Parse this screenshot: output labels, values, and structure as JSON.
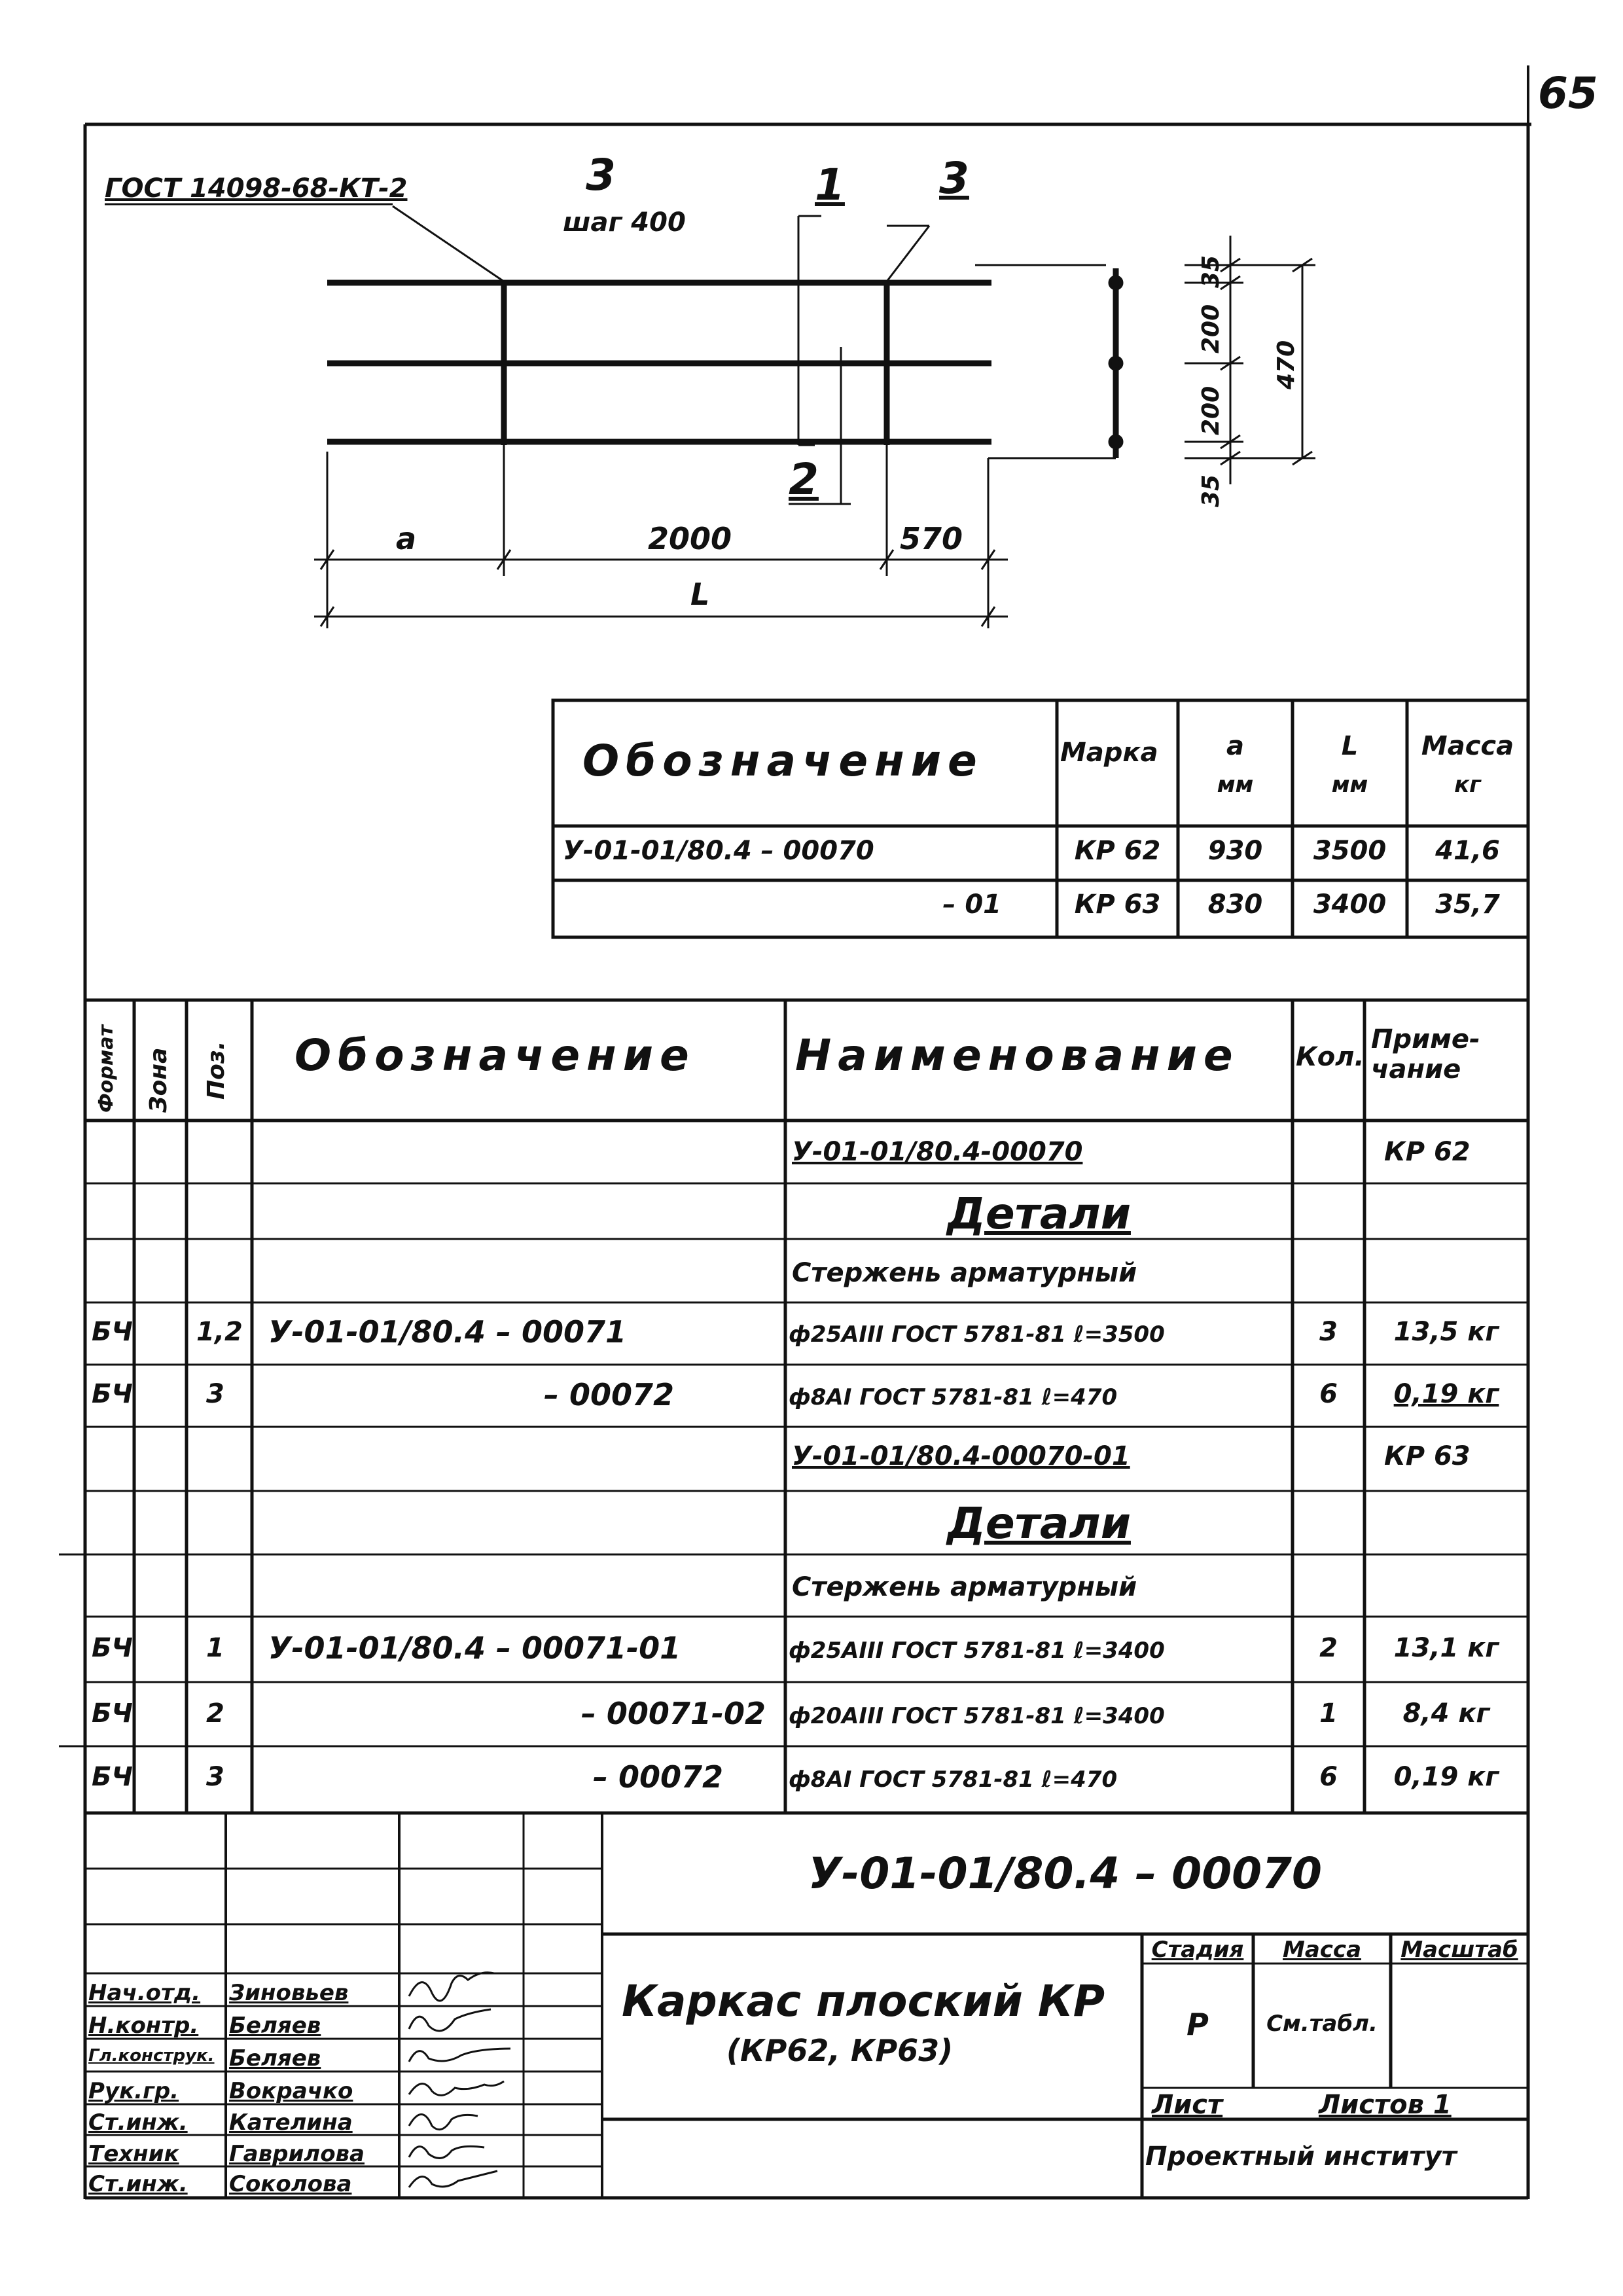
{
  "sheet_number": "65",
  "drawing": {
    "gost_label": "ГОСТ 14098-68-КТ-2",
    "pos3_left": "3",
    "step_label": "шаг 400",
    "pos1": "1",
    "pos3_right": "3",
    "pos2": "2",
    "dim_a": "a",
    "dim_2000": "2000",
    "dim_570": "570",
    "dim_L": "L",
    "dim_35_top": "35",
    "dim_200_top": "200",
    "dim_200_bottom": "200",
    "dim_35_bottom": "35",
    "dim_470": "470"
  },
  "variants_table": {
    "headers": {
      "designation": "Обозначение",
      "mark": "Марка",
      "a": "a",
      "a_unit": "мм",
      "L": "L",
      "L_unit": "мм",
      "mass": "Масса",
      "mass_unit": "кг"
    },
    "rows": [
      {
        "designation": "У-01-01/80.4 – 00070",
        "mark": "КР 62",
        "a": "930",
        "L": "3500",
        "mass": "41,6"
      },
      {
        "designation": "– 01",
        "mark": "КР 63",
        "a": "830",
        "L": "3400",
        "mass": "35,7"
      }
    ]
  },
  "spec": {
    "headers": {
      "format": "Формат",
      "zone": "Зона",
      "pos": "Поз.",
      "designation": "Обозначение",
      "name": "Наименование",
      "qty": "Кол.",
      "note": "Приме-чание"
    },
    "rows": [
      {
        "format": "",
        "pos": "",
        "designation": "",
        "name": "У-01-01/80.4-00070",
        "qty": "",
        "note": "КР 62"
      },
      {
        "format": "",
        "pos": "",
        "designation": "",
        "name": "Детали",
        "qty": "",
        "note": ""
      },
      {
        "format": "",
        "pos": "",
        "designation": "",
        "name": "Стержень арматурный",
        "qty": "",
        "note": ""
      },
      {
        "format": "БЧ",
        "pos": "1,2",
        "designation": "У-01-01/80.4 – 00071",
        "name": "ф25АIII ГОСТ 5781-81 ℓ=3500",
        "qty": "3",
        "note": "13,5 кг"
      },
      {
        "format": "БЧ",
        "pos": "3",
        "designation": "– 00072",
        "name": "ф8АI ГОСТ 5781-81 ℓ=470",
        "qty": "6",
        "note": "0,19 кг"
      },
      {
        "format": "",
        "pos": "",
        "designation": "",
        "name": "У-01-01/80.4-00070-01",
        "qty": "",
        "note": "КР 63"
      },
      {
        "format": "",
        "pos": "",
        "designation": "",
        "name": "Детали",
        "qty": "",
        "note": ""
      },
      {
        "format": "",
        "pos": "",
        "designation": "",
        "name": "Стержень арматурный",
        "qty": "",
        "note": ""
      },
      {
        "format": "БЧ",
        "pos": "1",
        "designation": "У-01-01/80.4 – 00071-01",
        "name": "ф25АIII ГОСТ 5781-81 ℓ=3400",
        "qty": "2",
        "note": "13,1 кг"
      },
      {
        "format": "БЧ",
        "pos": "2",
        "designation": "– 00071-02",
        "name": "ф20АIII ГОСТ 5781-81 ℓ=3400",
        "qty": "1",
        "note": "8,4 кг"
      },
      {
        "format": "БЧ",
        "pos": "3",
        "designation": "– 00072",
        "name": "ф8АI ГОСТ 5781-81 ℓ=470",
        "qty": "6",
        "note": "0,19 кг"
      }
    ]
  },
  "title_block": {
    "code": "У-01-01/80.4 – 00070",
    "title_line1": "Каркас плоский КР",
    "title_line2": "(КР62, КР63)",
    "stage_label": "Стадия",
    "stage_value": "Р",
    "mass_label": "Масса",
    "mass_value": "См.табл.",
    "scale_label": "Масштаб",
    "sheet_label": "Лист",
    "sheets_label": "Листов 1",
    "org": "Проектный институт",
    "people": [
      {
        "role": "Нач.отд.",
        "name": "Зиновьев"
      },
      {
        "role": "Н.контр.",
        "name": "Беляев"
      },
      {
        "role": "Гл.конструк.",
        "name": "Беляев"
      },
      {
        "role": "Рук.гр.",
        "name": "Вокрачко"
      },
      {
        "role": "Ст.инж.",
        "name": "Кателина"
      },
      {
        "role": "Техник",
        "name": "Гаврилова"
      },
      {
        "role": "Ст.инж.",
        "name": "Соколова"
      }
    ]
  }
}
